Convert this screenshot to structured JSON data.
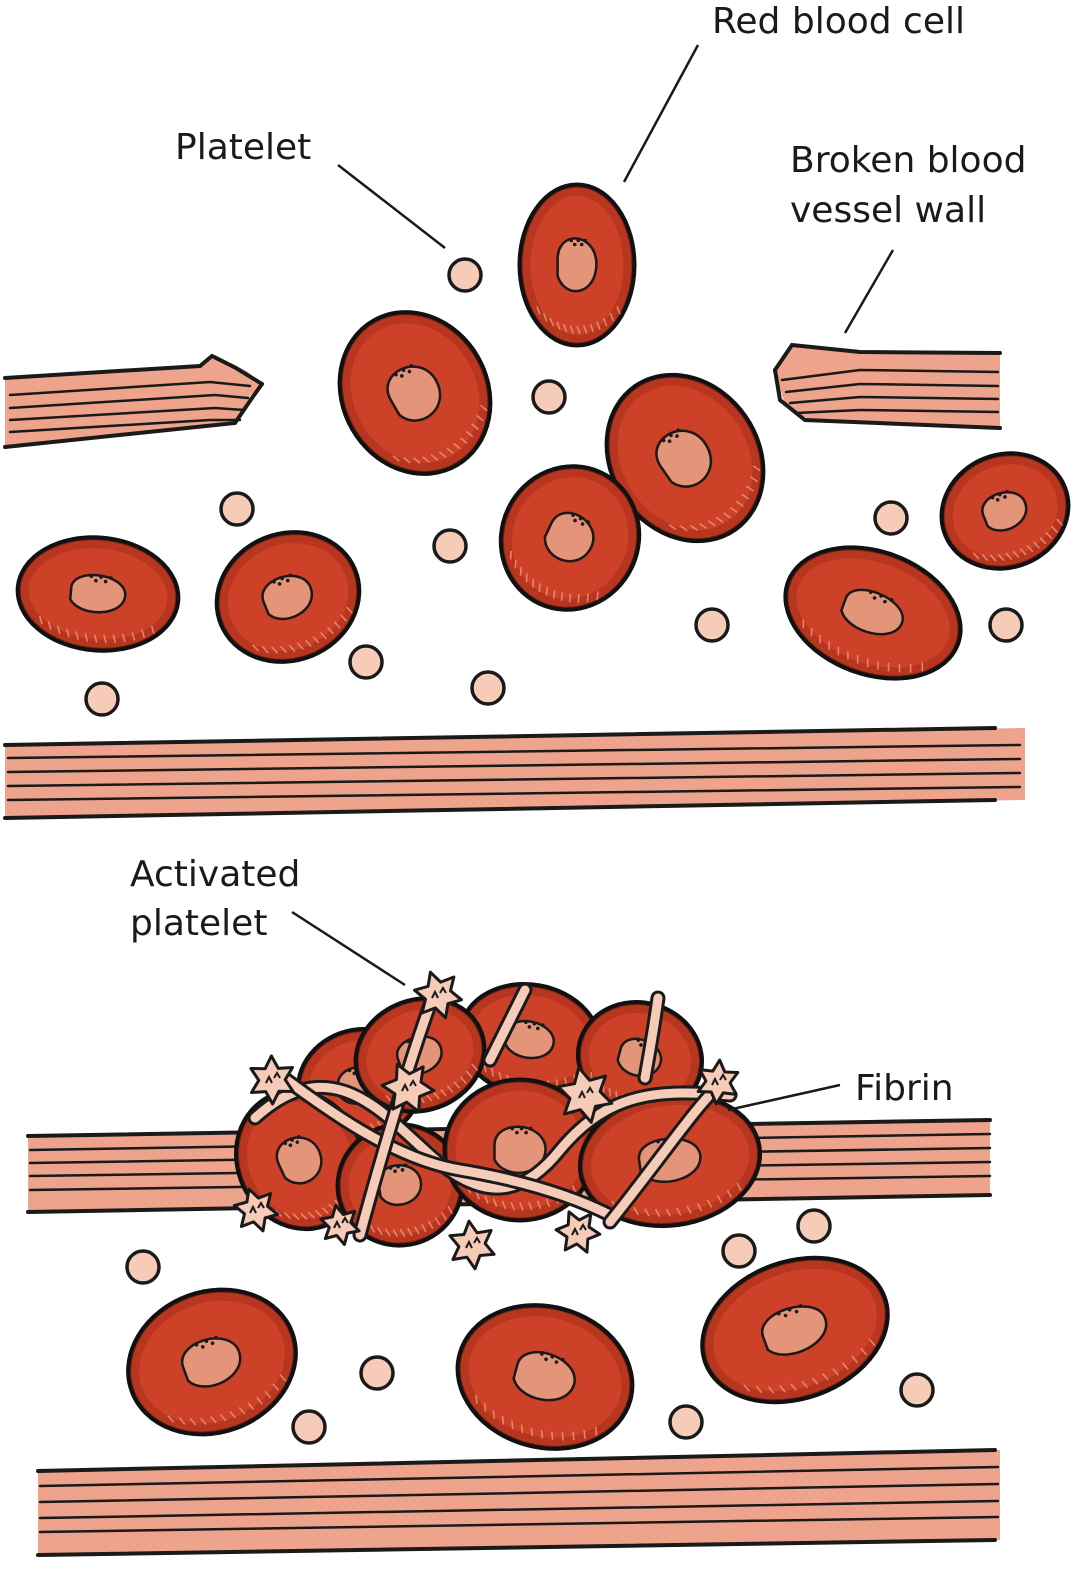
{
  "labels": {
    "red_blood_cell": "Red blood cell",
    "platelet": "Platelet",
    "broken_wall_line1": "Broken blood",
    "broken_wall_line2": "vessel wall",
    "activated_platelet_line1": "Activated",
    "activated_platelet_line2": "platelet",
    "fibrin": "Fibrin"
  },
  "colors": {
    "red_blood_cell": "#cc4128",
    "red_blood_cell_rim": "#a82e18",
    "red_blood_cell_center": "#e49478",
    "platelet": "#f6cbb8",
    "vessel_wall": "#eea48c",
    "fibrin": "#f6cbb8"
  }
}
